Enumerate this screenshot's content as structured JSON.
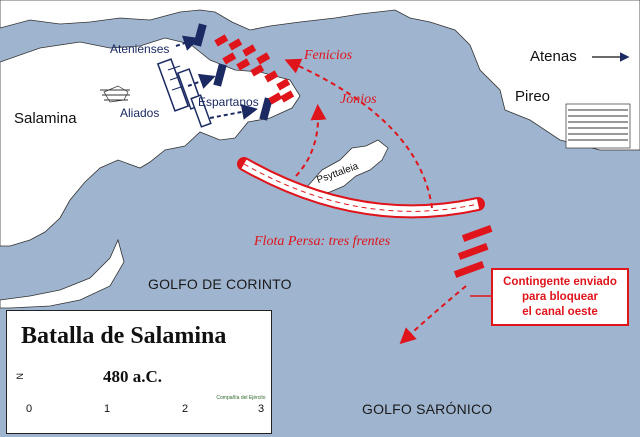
{
  "map": {
    "places": {
      "salamina": "Salamina",
      "atenas": "Atenas",
      "pireo": "Pireo",
      "psyttaleia": "Psyttaleia",
      "golfo_corinto": "GOLFO DE CORINTO",
      "golfo_saronico": "GOLFO SARÓNICO"
    },
    "greek_fleets": {
      "atenienses": "Atenienses",
      "aliados": "Aliados",
      "espartanos": "Espartanos"
    },
    "persian_fleets": {
      "fenicios": "Fenicios",
      "jonios": "Jonios",
      "flota_persa": "Flota Persa: tres frentes"
    },
    "callout": {
      "line1": "Contingente enviado",
      "line2": "para bloquear",
      "line3": "el canal oeste"
    },
    "colors": {
      "sea": "#9fb4cf",
      "land": "#ffffff",
      "persian": "#e0141b",
      "greek": "#1b2a63"
    }
  },
  "legend": {
    "title": "Batalla de Salamina",
    "year": "480  a.C.",
    "north_label": "N",
    "scale_ticks": [
      "0",
      "1",
      "2",
      "3"
    ],
    "logo_text": "Compañía del Ejército"
  }
}
